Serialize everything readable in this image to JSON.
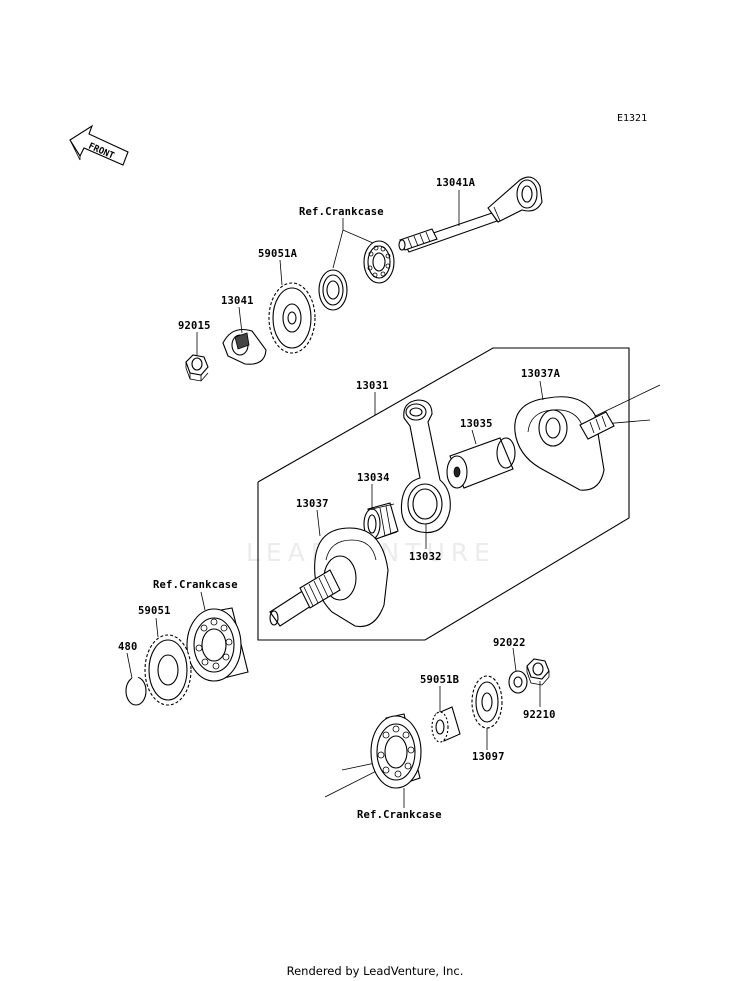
{
  "figure_code": "E1321",
  "front_label": "FRONT",
  "watermark": "LEADVENTURE",
  "footer": "Rendered by LeadVenture, Inc.",
  "callouts": {
    "p13041A": "13041A",
    "ref_crankcase_top": "Ref.Crankcase",
    "p59051A": "59051A",
    "p13041": "13041",
    "p92015": "92015",
    "p13031": "13031",
    "p13037A": "13037A",
    "p13035": "13035",
    "p13034": "13034",
    "p13037": "13037",
    "p13032": "13032",
    "ref_crankcase_left": "Ref.Crankcase",
    "p59051": "59051",
    "p480": "480",
    "p92022": "92022",
    "p59051B": "59051B",
    "p92210": "92210",
    "p13097": "13097",
    "ref_crankcase_bottom": "Ref.Crankcase"
  }
}
